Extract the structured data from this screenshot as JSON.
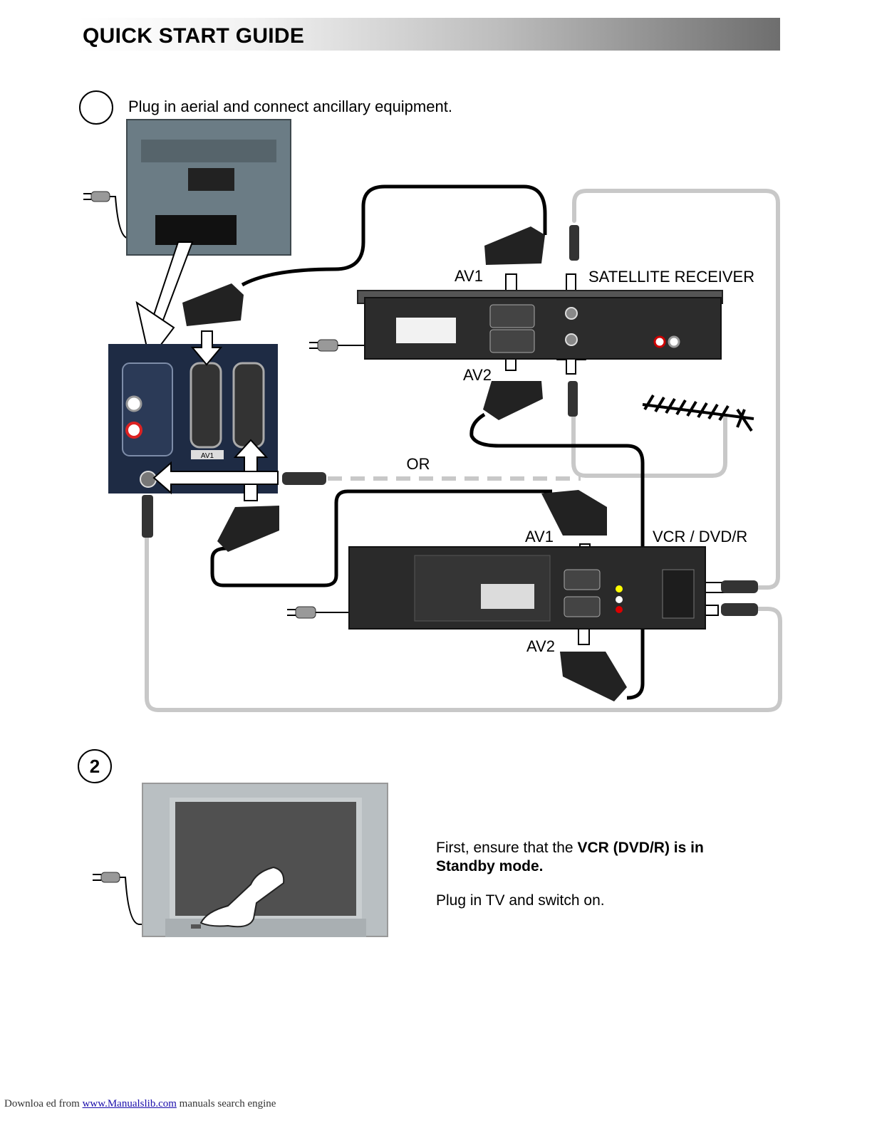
{
  "header": {
    "title": "QUICK START GUIDE"
  },
  "step1": {
    "number": "",
    "instruction": "Plug in aerial and connect ancillary equipment."
  },
  "diagram": {
    "labels": {
      "sat_av1": "AV1",
      "sat_av2": "AV2",
      "satellite_receiver": "SATELLITE RECEIVER",
      "or": "OR",
      "vcr_av1": "AV1",
      "vcr_av2": "AV2",
      "vcr_dvd": "VCR / DVD/R",
      "tv_av1": "AV1"
    }
  },
  "step2": {
    "number": "2",
    "line1_normal": "First, ensure that the ",
    "line1_bold": "VCR (DVD/R) is in Standby mode.",
    "line2": "Plug in TV and switch on."
  },
  "footer": {
    "prefix": "Downloa  ed from ",
    "link": "www.Manualslib.com",
    "suffix": "  manuals search engine"
  }
}
